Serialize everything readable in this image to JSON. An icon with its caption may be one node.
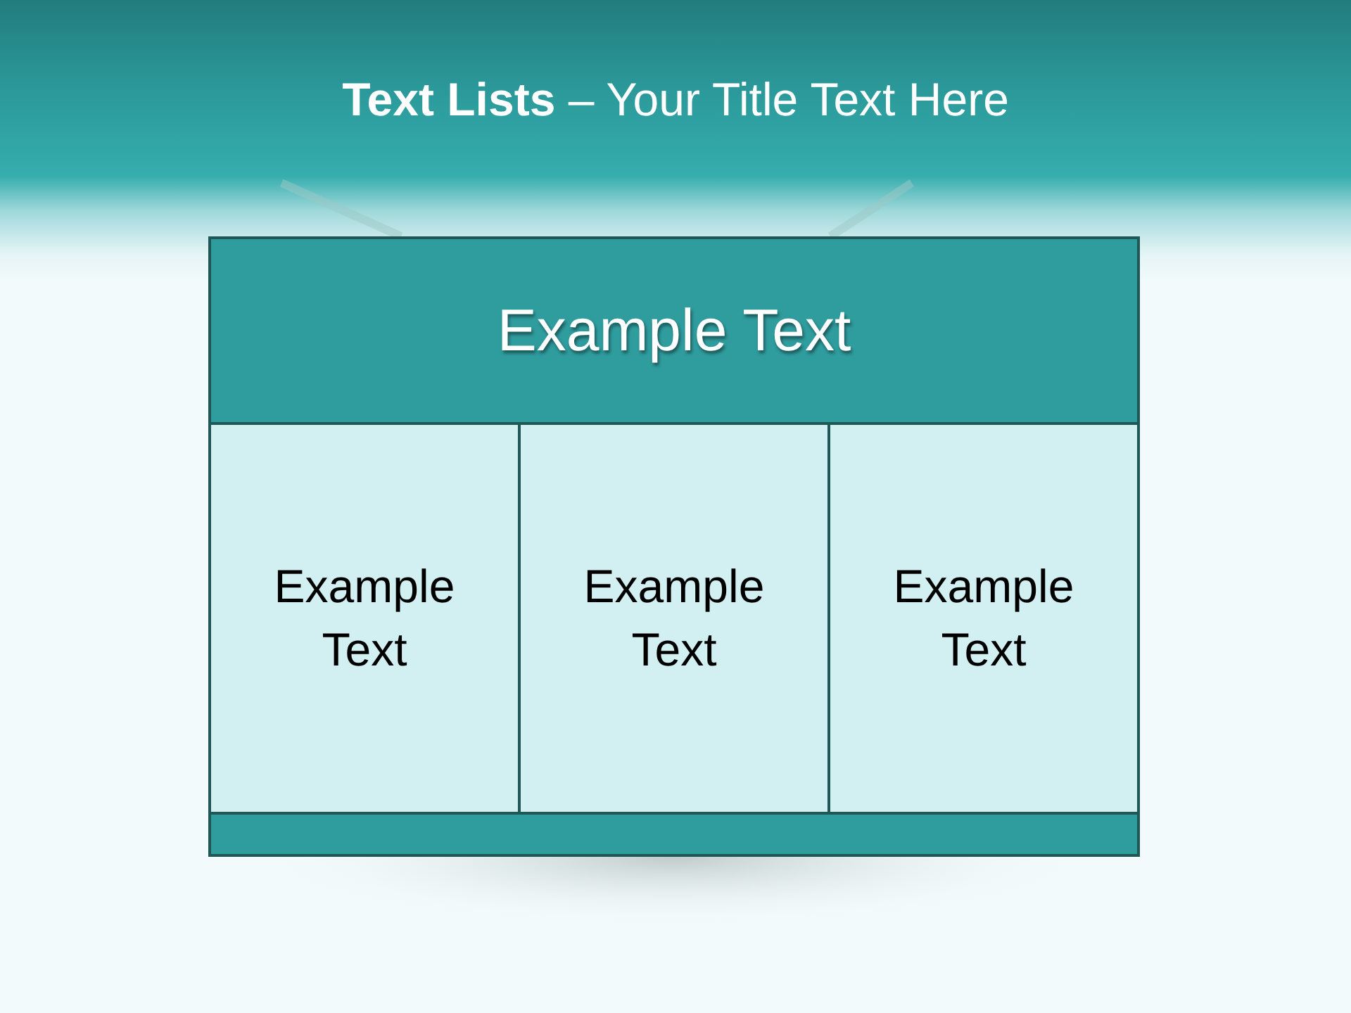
{
  "diagram": {
    "title": "**Text Lists** – Your Title Text Here",
    "nodes": [
      {
        "text": [
          "Example Text"
        ]
      },
      {
        "text": [
          "Example Text"
        ]
      },
      {
        "text": [
          "Example Text"
        ]
      },
      {
        "text": [
          "Example Text"
        ]
      },
      {
        "text": [],
        "shape": "bar"
      }
    ]
  }
}
